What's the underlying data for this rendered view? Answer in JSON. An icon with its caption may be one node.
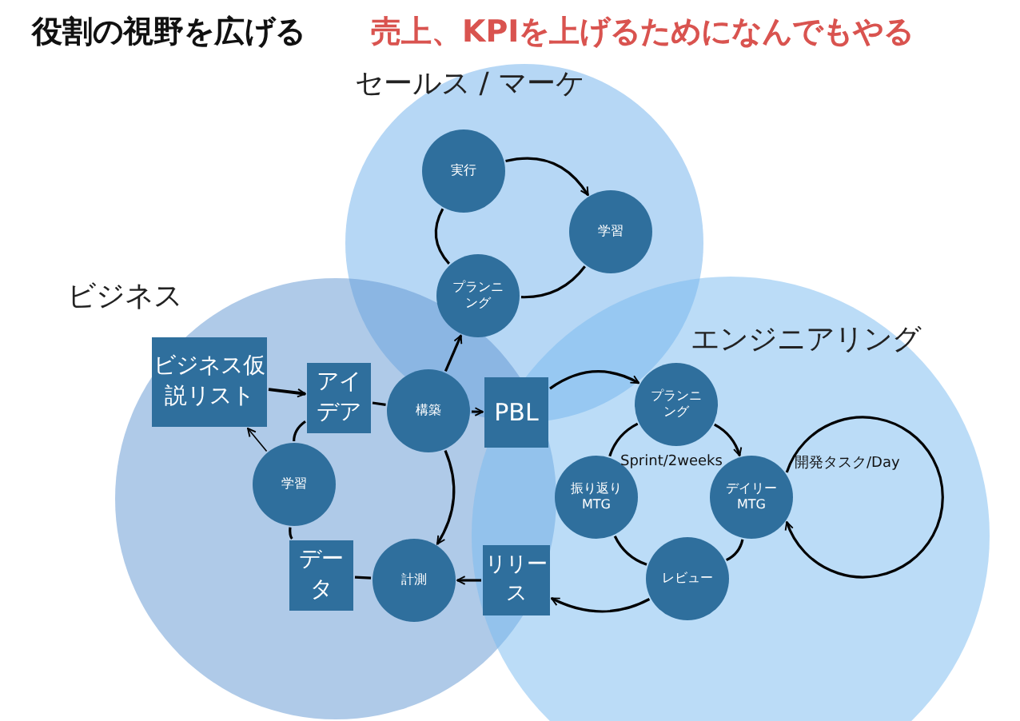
{
  "diagram": {
    "title": "役割の視野を広げる",
    "nodes": [
      {
        "text": [
          "セールス / マーケ"
        ]
      },
      {
        "text": [
          "実行"
        ],
        "in": 0
      },
      {
        "text": [
          "学習"
        ],
        "in": 0
      },
      {
        "text": [
          "プランニング"
        ],
        "in": 0
      },
      {
        "text": [
          "ビジネス"
        ]
      },
      {
        "text": [
          "ビジネス仮説リスト"
        ],
        "in": 4
      },
      {
        "text": [
          "アイデア"
        ],
        "in": 4
      },
      {
        "text": [
          "構築"
        ],
        "in": 4
      },
      {
        "text": [
          "学習"
        ],
        "in": 4
      },
      {
        "text": [
          "データ"
        ],
        "in": 4
      },
      {
        "text": [
          "計測"
        ],
        "in": 4
      },
      {
        "text": [
          "PBL"
        ]
      },
      {
        "text": [
          "リリース"
        ]
      },
      {
        "text": [
          "エンジニアリング"
        ]
      },
      {
        "text": [
          "プランニング"
        ],
        "in": 13
      },
      {
        "text": [
          "振り返りMTG"
        ],
        "in": 13
      },
      {
        "text": [
          "デイリーMTG"
        ],
        "in": 13
      },
      {
        "text": [
          "レビュー"
        ],
        "in": 13
      }
    ],
    "edges": [
      {
        "from": 1,
        "to": 2,
        "arrow": "to"
      },
      {
        "from": 2,
        "to": 3,
        "arrow": "none"
      },
      {
        "from": 3,
        "to": 1,
        "arrow": "none"
      },
      {
        "from": 5,
        "to": 6,
        "arrow": "to"
      },
      {
        "from": 6,
        "to": 7,
        "arrow": "none"
      },
      {
        "from": 7,
        "to": 10,
        "arrow": "to"
      },
      {
        "from": 10,
        "to": 9,
        "arrow": "none"
      },
      {
        "from": 9,
        "to": 8,
        "arrow": "none"
      },
      {
        "from": 8,
        "to": 6,
        "arrow": "none"
      },
      {
        "from": 8,
        "to": 5,
        "arrow": "to"
      },
      {
        "from": 7,
        "to": 3,
        "arrow": "to"
      },
      {
        "from": 7,
        "to": 11,
        "arrow": "to"
      },
      {
        "from": 12,
        "to": 10,
        "arrow": "to"
      },
      {
        "from": 11,
        "to": 14,
        "arrow": "to"
      },
      {
        "from": 14,
        "to": 16,
        "arrow": "to"
      },
      {
        "from": 16,
        "to": 17,
        "arrow": "none"
      },
      {
        "from": 17,
        "to": 15,
        "arrow": "none"
      },
      {
        "from": 15,
        "to": 14,
        "arrow": "none"
      },
      {
        "from": 16,
        "to": 16,
        "arrow": "to",
        "label": "開発タスク/Day"
      },
      {
        "from": 17,
        "to": 12,
        "arrow": "to"
      }
    ],
    "labels": [
      "売上、KPIを上げるためになんでもやる",
      "Sprint/2weeks"
    ]
  }
}
